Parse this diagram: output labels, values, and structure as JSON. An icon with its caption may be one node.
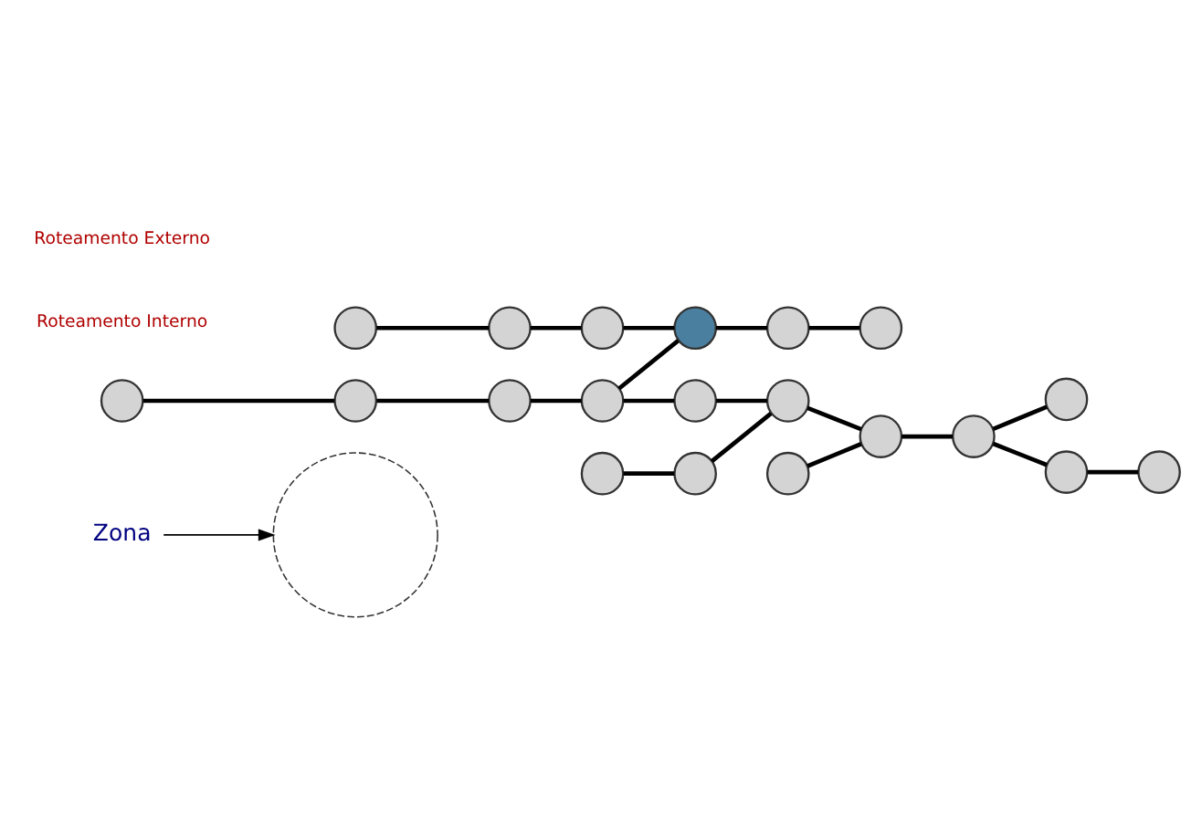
{
  "diagram": {
    "nodes": [
      {
        "text": [
          "Zona"
        ]
      },
      {
        "text": [],
        "shape": "circle"
      },
      {
        "text": [],
        "shape": "circle"
      },
      {
        "text": [],
        "shape": "circle"
      },
      {
        "text": [],
        "shape": "circle"
      },
      {
        "text": [],
        "shape": "circle"
      },
      {
        "text": [],
        "shape": "circle"
      },
      {
        "text": [],
        "shape": "circle"
      },
      {
        "text": [],
        "shape": "circle"
      },
      {
        "text": [],
        "shape": "circle"
      },
      {
        "text": [],
        "shape": "circle"
      },
      {
        "text": [],
        "shape": "circle"
      },
      {
        "text": [],
        "shape": "circle"
      },
      {
        "text": [],
        "shape": "circle"
      },
      {
        "text": [],
        "shape": "circle"
      },
      {
        "text": [],
        "shape": "circle"
      },
      {
        "text": [],
        "shape": "circle"
      },
      {
        "text": [],
        "shape": "circle"
      },
      {
        "text": [],
        "shape": "circle"
      },
      {
        "text": [],
        "shape": "circle"
      },
      {
        "text": [],
        "shape": "circle"
      },
      {
        "text": [],
        "shape": "circle"
      }
    ],
    "edges": [
      {
        "from": 0,
        "to": 1,
        "arrow": "to"
      },
      {
        "from": 2,
        "to": 4,
        "arrow": "none"
      },
      {
        "from": 4,
        "to": 8,
        "arrow": "none"
      },
      {
        "from": 5,
        "to": 10,
        "arrow": "none"
      },
      {
        "from": 8,
        "to": 11,
        "arrow": "none"
      },
      {
        "from": 10,
        "to": 9,
        "arrow": "none"
      },
      {
        "from": 9,
        "to": 15,
        "arrow": "none"
      },
      {
        "from": 11,
        "to": 15,
        "arrow": "none"
      },
      {
        "from": 11,
        "to": 14,
        "arrow": "none"
      },
      {
        "from": 14,
        "to": 12,
        "arrow": "none"
      },
      {
        "from": 3,
        "to": 6,
        "arrow": "none"
      },
      {
        "from": 6,
        "to": 12,
        "arrow": "none"
      },
      {
        "from": 12,
        "to": 13,
        "arrow": "none"
      },
      {
        "from": 7,
        "to": 13,
        "arrow": "none"
      },
      {
        "from": 13,
        "to": 16,
        "arrow": "none"
      },
      {
        "from": 16,
        "to": 17,
        "arrow": "none"
      },
      {
        "from": 16,
        "to": 19,
        "arrow": "none"
      },
      {
        "from": 19,
        "to": 21,
        "arrow": "none"
      },
      {
        "from": 15,
        "to": 18,
        "arrow": "none"
      },
      {
        "from": 18,
        "to": 20,
        "arrow": "none"
      }
    ],
    "labels": [
      "Roteamento Interno",
      "Roteamento Externo"
    ]
  }
}
